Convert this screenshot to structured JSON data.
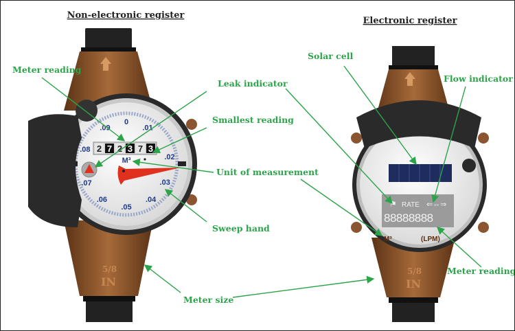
{
  "titles": {
    "left": "Non-electronic register",
    "right": "Electronic register"
  },
  "labels": {
    "meter_reading_left": "Meter reading",
    "leak_indicator": "Leak indicator",
    "smallest_reading": "Smallest reading",
    "unit_of_measurement": "Unit of measurement",
    "sweep_hand": "Sweep hand",
    "meter_size": "Meter size",
    "solar_cell": "Solar cell",
    "flow_indicator": "Flow indicator",
    "meter_reading_right": "Meter reading"
  },
  "left_meter": {
    "dial_numbers": [
      "0",
      ".01",
      ".02",
      ".03",
      ".04",
      ".05",
      ".06",
      ".07",
      ".08",
      ".09"
    ],
    "odometer_digits": [
      "2",
      "7",
      "2",
      "3",
      "7",
      "3"
    ],
    "unit": "M³",
    "size_text": [
      "5/8",
      "IN"
    ]
  },
  "right_meter": {
    "lcd_rate": "RATE",
    "lcd_digits": "88888888",
    "unit_left": "M³",
    "unit_right": "(LPM)",
    "size_text": [
      "5/8",
      "IN"
    ]
  },
  "colors": {
    "label": "#2ca44a",
    "brass": "#9a5a2c",
    "needle": "#e0301e",
    "dial_text": "#1d3a8a"
  }
}
